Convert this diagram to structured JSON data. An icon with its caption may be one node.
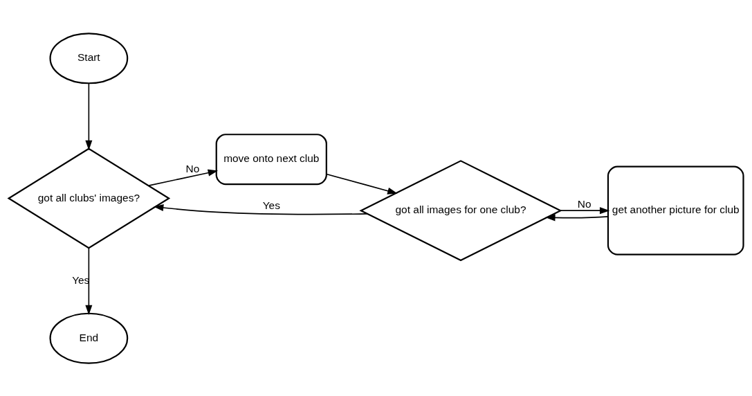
{
  "diagram": {
    "nodes": [
      {
        "text": [
          "Start"
        ]
      },
      {
        "text": [
          "got all clubs' images?"
        ]
      },
      {
        "text": [
          "move onto next club"
        ]
      },
      {
        "text": [
          "got all images for one club?"
        ]
      },
      {
        "text": [
          "get another picture for club"
        ]
      },
      {
        "text": [
          "End"
        ]
      }
    ],
    "edges": [
      {
        "from": 0,
        "to": 1,
        "arrow": "to"
      },
      {
        "from": 1,
        "to": 2,
        "arrow": "to",
        "label": "No"
      },
      {
        "from": 1,
        "to": 5,
        "arrow": "to",
        "label": "Yes"
      },
      {
        "from": 2,
        "to": 3,
        "arrow": "to"
      },
      {
        "from": 3,
        "to": 1,
        "arrow": "to",
        "label": "Yes"
      },
      {
        "from": 3,
        "to": 4,
        "arrow": "to",
        "label": "No"
      },
      {
        "from": 4,
        "to": 3,
        "arrow": "to"
      }
    ]
  }
}
